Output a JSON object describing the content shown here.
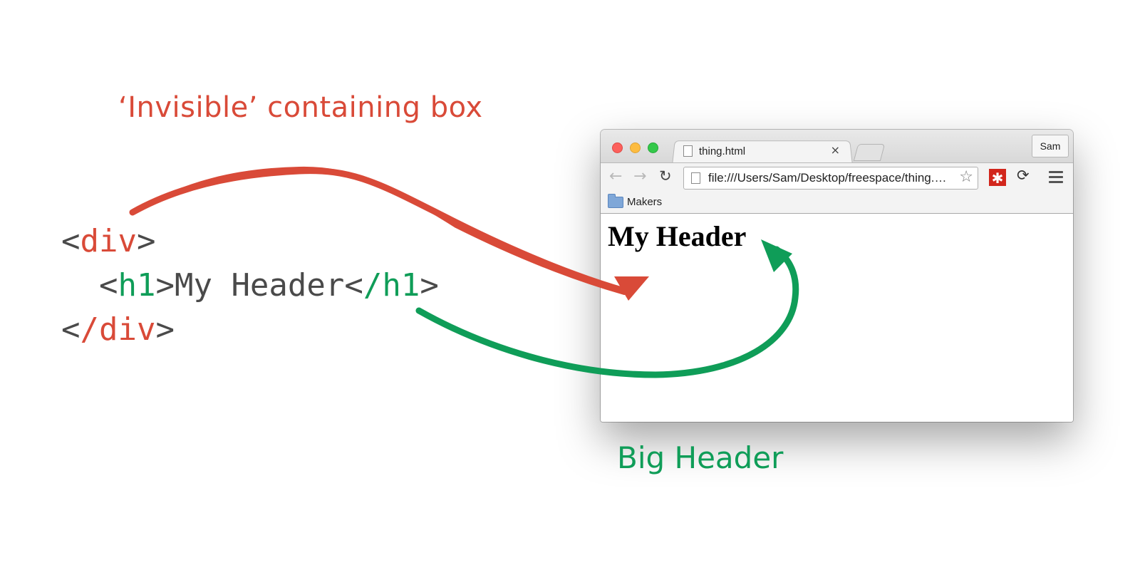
{
  "annotations": {
    "container_label": "‘Invisible’ containing box",
    "header_label": "Big Header"
  },
  "code": {
    "line1": {
      "open": "<",
      "tag": "div",
      "close": ">"
    },
    "line2": {
      "indent": "  ",
      "open": "<",
      "tag_open": "h1",
      "mid": ">",
      "text": "My Header",
      "lt": "<",
      "tag_close": "/h1",
      "end": ">"
    },
    "line3": {
      "open": "<",
      "tag": "/div",
      "close": ">"
    }
  },
  "browser": {
    "tab_title": "thing.html",
    "tab_close": "×",
    "profile_name": "Sam",
    "address": "file:///Users/Sam/Desktop/freespace/thing.html",
    "bookmark": "Makers",
    "page_heading": "My Header",
    "nav": {
      "back": "←",
      "forward": "→",
      "reload": "↻",
      "star": "☆",
      "lastpass": "✱",
      "sync": "⟳"
    }
  },
  "colors": {
    "accent_red": "#d94a38",
    "accent_green": "#0f9d58",
    "code_gray": "#4a4a4a"
  }
}
